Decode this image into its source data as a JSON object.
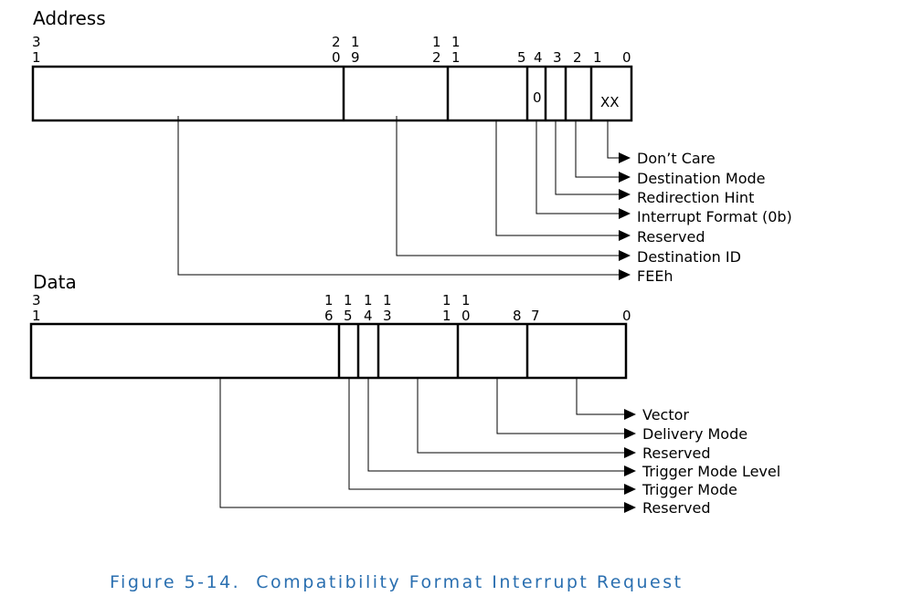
{
  "address": {
    "title": "Address",
    "bit_positions": [
      [
        "3",
        "1"
      ],
      [
        "2",
        "0"
      ],
      [
        "1",
        "9"
      ],
      [
        "1",
        "2"
      ],
      [
        "1",
        "1"
      ],
      [
        "5"
      ],
      [
        "4"
      ],
      [
        "3"
      ],
      [
        "2"
      ],
      [
        "1"
      ],
      [
        "0"
      ]
    ],
    "cells": [
      "0",
      "XX"
    ],
    "fields": [
      "Don’t Care",
      "Destination Mode",
      "Redirection Hint",
      "Interrupt Format (0b)",
      "Reserved",
      "Destination ID",
      "FEEh"
    ]
  },
  "data": {
    "title": "Data",
    "bit_positions": [
      [
        "3",
        "1"
      ],
      [
        "1",
        "6"
      ],
      [
        "1",
        "5"
      ],
      [
        "1",
        "4"
      ],
      [
        "1",
        "3"
      ],
      [
        "1",
        "1"
      ],
      [
        "1",
        "0"
      ],
      [
        "8"
      ],
      [
        "7"
      ],
      [
        "0"
      ]
    ],
    "fields": [
      "Vector",
      "Delivery Mode",
      "Reserved",
      "Trigger Mode Level",
      "Trigger Mode",
      "Reserved"
    ]
  },
  "caption": "Figure 5-14.  Compatibility Format Interrupt Request"
}
